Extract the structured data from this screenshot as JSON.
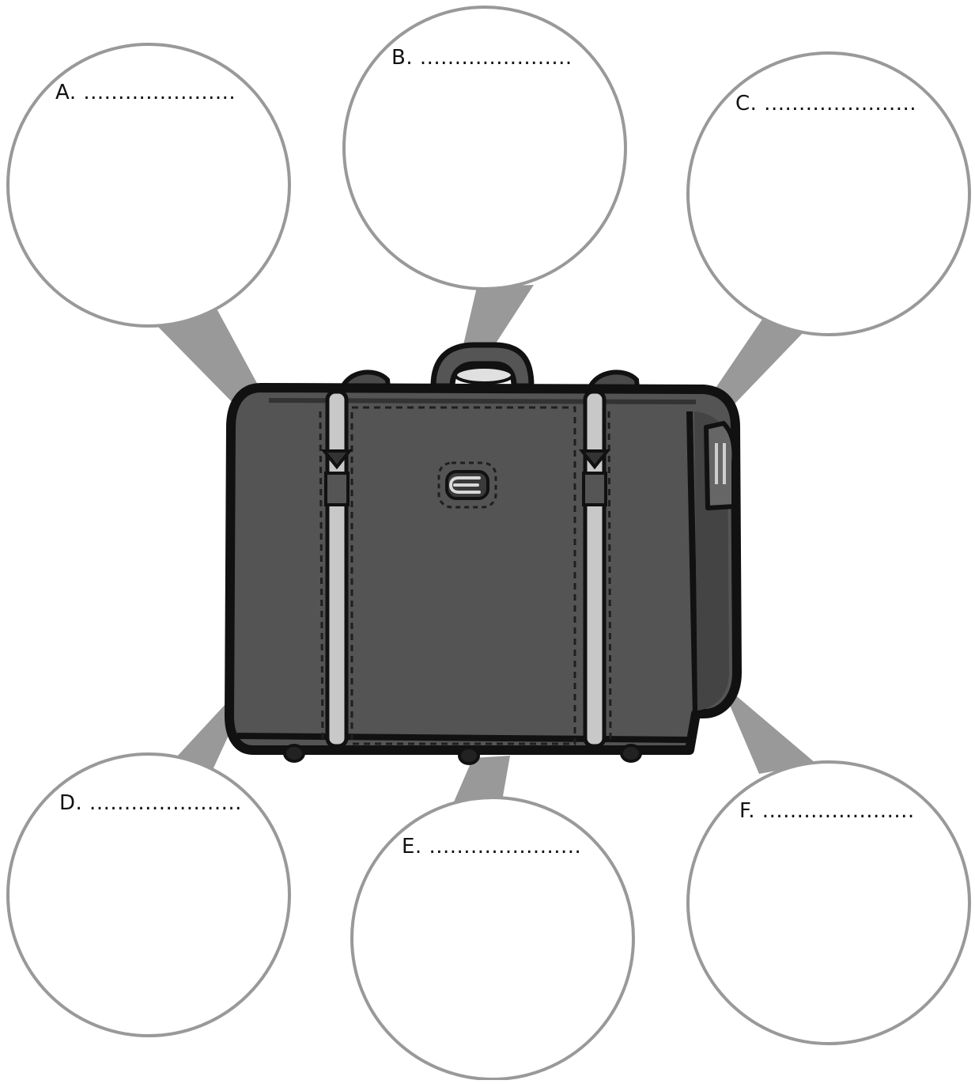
{
  "labels": {
    "a": "A. ......................",
    "b": "B. ......................",
    "c": "C. ......................",
    "d": "D. ......................",
    "e": "E. ......................",
    "f": "F. ......................"
  },
  "colors": {
    "circle_stroke": "#999999",
    "connector": "#999999",
    "case_body": "#545454",
    "case_outline": "#111111",
    "strap": "#c8c8c8"
  }
}
